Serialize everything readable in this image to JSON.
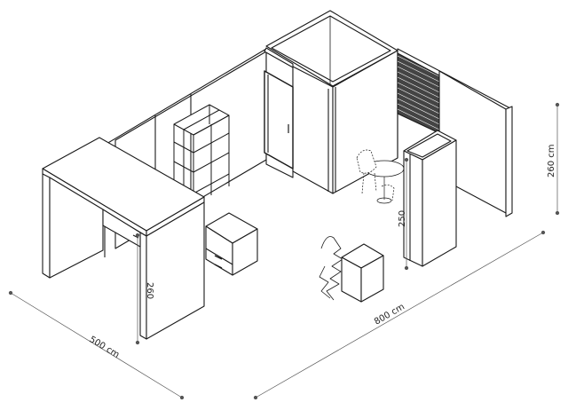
{
  "dimensions": {
    "width_label": "500 cm",
    "length_label": "800 cm",
    "wall_height_label": "260 cm",
    "counter_height_label": "260",
    "tower_height_label": "250"
  },
  "colors": {
    "line": "#1a1a1a",
    "dim_line": "#555555",
    "fill": "#ffffff",
    "shade": "#eeeeee",
    "dark": "#333333"
  }
}
